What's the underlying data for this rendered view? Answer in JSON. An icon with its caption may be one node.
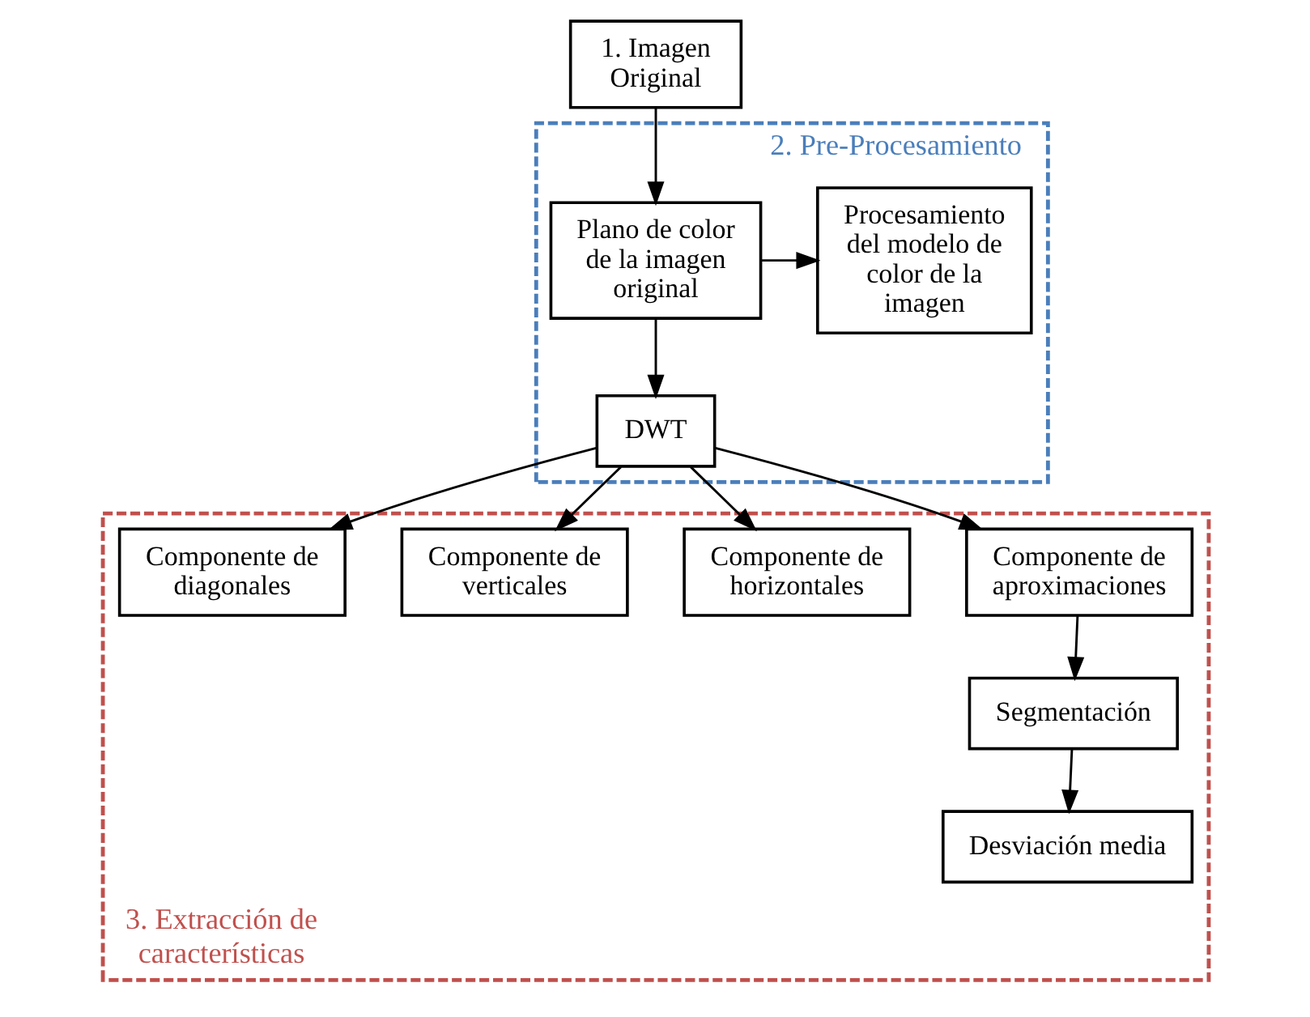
{
  "diagram": {
    "nodes": [
      {
        "text": [
          "1. Imagen Original"
        ]
      },
      {
        "text": [
          "2. Pre-Procesamiento"
        ]
      },
      {
        "text": [
          "Plano de color de la imagen original"
        ],
        "in": 1
      },
      {
        "text": [
          "Procesamiento del modelo de color de la imagen"
        ],
        "in": 1
      },
      {
        "text": [
          "DWT"
        ],
        "in": 1
      },
      {
        "text": [
          "3. Extracción de características"
        ]
      },
      {
        "text": [
          "Componente de aproximaciones"
        ],
        "in": 5
      },
      {
        "text": [
          "Componente de horizontales"
        ],
        "in": 5
      },
      {
        "text": [
          "Componente de verticales"
        ],
        "in": 5
      },
      {
        "text": [
          "Componente de diagonales"
        ],
        "in": 5
      },
      {
        "text": [
          "Segmentación"
        ],
        "in": 5
      },
      {
        "text": [
          "Desviación media"
        ],
        "in": 5
      }
    ],
    "edges": [
      {
        "from": 0,
        "to": 2,
        "arrow": "to"
      },
      {
        "from": 2,
        "to": 3,
        "arrow": "to"
      },
      {
        "from": 2,
        "to": 4,
        "arrow": "to"
      },
      {
        "from": 4,
        "to": 6,
        "arrow": "to"
      },
      {
        "from": 4,
        "to": 7,
        "arrow": "to"
      },
      {
        "from": 4,
        "to": 8,
        "arrow": "to"
      },
      {
        "from": 4,
        "to": 9,
        "arrow": "to"
      },
      {
        "from": 6,
        "to": 10,
        "arrow": "to"
      },
      {
        "from": 10,
        "to": 11,
        "arrow": "to"
      }
    ]
  }
}
